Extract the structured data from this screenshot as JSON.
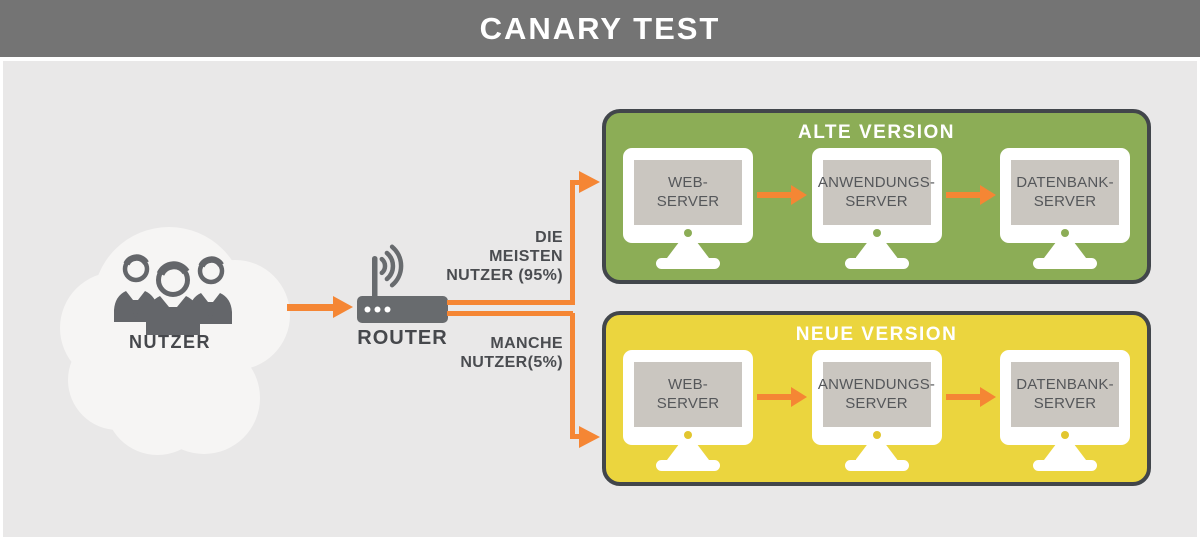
{
  "header": {
    "title": "CANARY TEST"
  },
  "colors": {
    "accent_orange": "#f58634",
    "old_version_green": "#8cad56",
    "new_version_yellow": "#ebd53e",
    "box_border_dark": "#42464b",
    "titlebar_gray": "#747474",
    "icon_gray": "#686b6e",
    "screen_gray": "#cac6c0",
    "background_gray": "#e9e8e8",
    "cloud_white": "#f6f5f4",
    "text_dark": "#4a4c50"
  },
  "source": {
    "label": "NUTZER",
    "icon": "users-icon"
  },
  "router": {
    "label": "ROUTER",
    "icon": "router-icon"
  },
  "flows": {
    "majority": {
      "line1": "DIE",
      "line2": "MEISTEN",
      "line3": "NUTZER (95%)"
    },
    "minority": {
      "line1": "MANCHE",
      "line2": "NUTZER(5%)"
    }
  },
  "versions": {
    "old": {
      "title": "ALTE VERSION",
      "servers": {
        "web": {
          "line1": "WEB-",
          "line2": "SERVER"
        },
        "app": {
          "line1": "ANWENDUNGS-",
          "line2": "SERVER"
        },
        "db": {
          "line1": "DATENBANK-",
          "line2": "SERVER"
        }
      }
    },
    "new": {
      "title": "NEUE VERSION",
      "servers": {
        "web": {
          "line1": "WEB-",
          "line2": "SERVER"
        },
        "app": {
          "line1": "ANWENDUNGS-",
          "line2": "SERVER"
        },
        "db": {
          "line1": "DATENBANK-",
          "line2": "SERVER"
        }
      }
    }
  }
}
